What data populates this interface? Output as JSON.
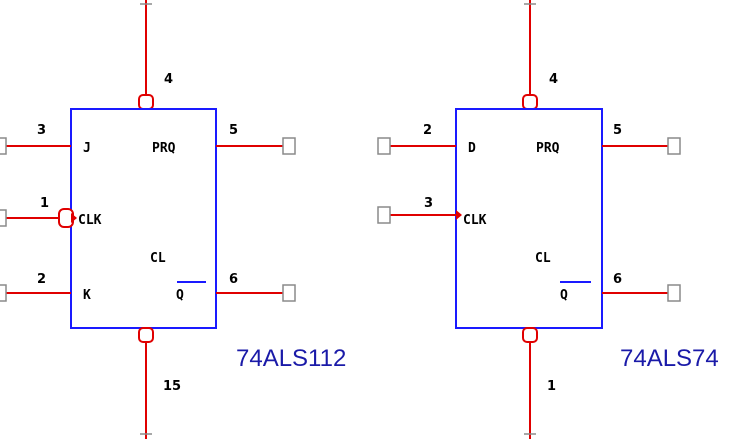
{
  "colors": {
    "body_outline": "#1a1aff",
    "wire": "#e00000",
    "terminal": "#8a8a8a",
    "text": "#000000",
    "part_label": "#1a1aa8"
  },
  "chips": [
    {
      "part": "74ALS112",
      "pins": {
        "top_number": "4",
        "left_top_number": "3",
        "left_top_label": "J",
        "left_mid_number": "1",
        "left_mid_label": "CLK",
        "left_bot_number": "2",
        "left_bot_label": "K",
        "right_top_number": "5",
        "right_top_label": "PRQ",
        "center_label": "CL",
        "right_bot_number": "6",
        "right_bot_label": "Q",
        "bottom_number": "15"
      }
    },
    {
      "part": "74ALS74",
      "pins": {
        "top_number": "4",
        "left_top_number": "2",
        "left_top_label": "D",
        "left_mid_number": "3",
        "left_mid_label": "CLK",
        "right_top_number": "5",
        "right_top_label": "PRQ",
        "center_label": "CL",
        "right_bot_number": "6",
        "right_bot_label": "Q",
        "bottom_number": "1"
      }
    }
  ]
}
